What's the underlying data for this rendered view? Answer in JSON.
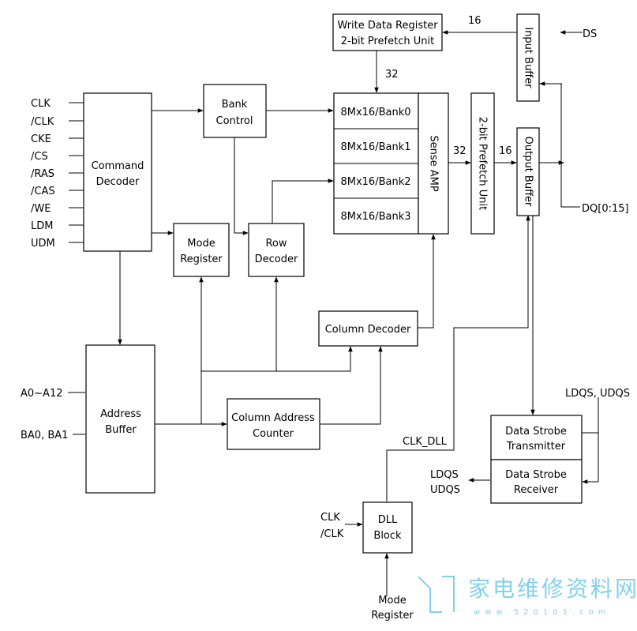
{
  "blocks": {
    "write_data_register": [
      "Write Data Register",
      "2-bit Prefetch Unit"
    ],
    "input_buffer": "Input Buffer",
    "bank_control": [
      "Bank",
      "Control"
    ],
    "command_decoder": [
      "Command",
      "Decoder"
    ],
    "banks": [
      "8Mx16/Bank0",
      "8Mx16/Bank1",
      "8Mx16/Bank2",
      "8Mx16/Bank3"
    ],
    "sense_amp": "Sense AMP",
    "prefetch_unit": "2-bit Prefetch Unit",
    "output_buffer": "Output Buffer",
    "mode_register": [
      "Mode",
      "Register"
    ],
    "row_decoder": [
      "Row",
      "Decoder"
    ],
    "column_decoder": "Column Decoder",
    "address_buffer": [
      "Address",
      "Buffer"
    ],
    "column_address_counter": [
      "Column Address",
      "Counter"
    ],
    "data_strobe_transmitter": [
      "Data Strobe",
      "Transmitter"
    ],
    "data_strobe_receiver": [
      "Data Strobe",
      "Receiver"
    ],
    "dll_block": [
      "DLL",
      "Block"
    ]
  },
  "signals": {
    "command_inputs": [
      "CLK",
      "/CLK",
      "CKE",
      "/CS",
      "/RAS",
      "/CAS",
      "/WE",
      "LDM",
      "UDM"
    ],
    "ds": "DS",
    "dq": "DQ[0:15]",
    "address_a": "A0~A12",
    "address_ba": "BA0, BA1",
    "ldqs_udqs_top": "LDQS, UDQS",
    "ldqs_out": [
      "LDQS",
      "UDQS"
    ],
    "clk_dll": "CLK_DLL",
    "dll_clk": [
      "CLK",
      "/CLK"
    ],
    "mode_register_in": [
      "Mode",
      "Register"
    ]
  },
  "bus_widths": {
    "write_16": "16",
    "write_32": "32",
    "read_32": "32",
    "read_16": "16"
  },
  "watermark": {
    "text": "家电维修资料网",
    "url": "www.520101.com",
    "color": "#6fc8e8"
  }
}
